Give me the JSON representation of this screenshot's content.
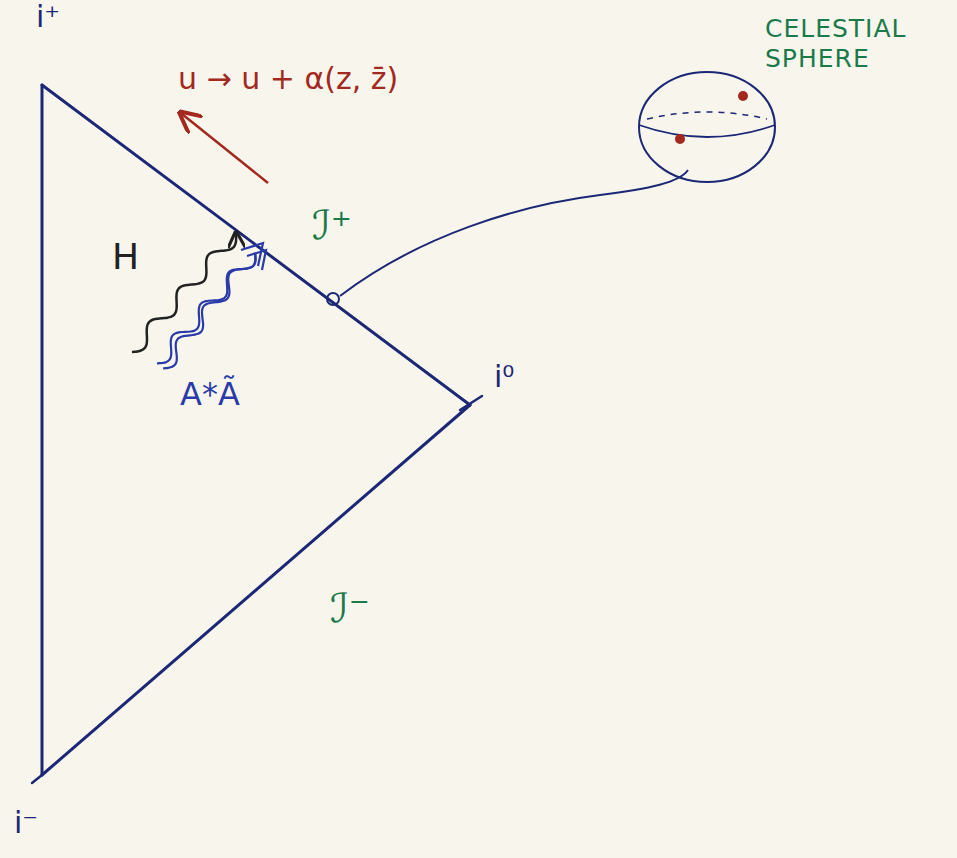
{
  "diagram": {
    "nodes": [
      {
        "text": [
          "CELESTIAL SPHERE"
        ]
      }
    ],
    "labels": [
      "i⁺",
      "u → u + α(z, z̄)",
      "ℐ⁺",
      "H",
      "A*Ã",
      "i⁰",
      "ℐ⁻",
      "i⁻"
    ]
  }
}
